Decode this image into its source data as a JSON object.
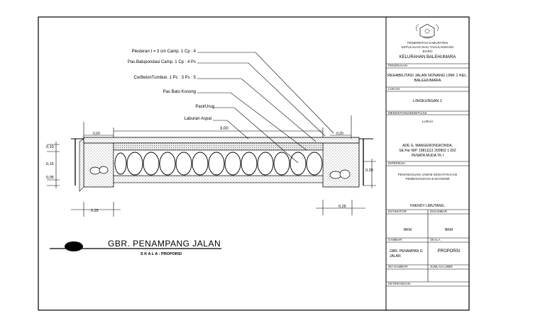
{
  "drawing": {
    "title": "GBR.  PENAMPANG  JALAN",
    "scale_label": "S K A L A : PROPORSI",
    "callouts": [
      "Plesteran t = 3 cm Camp. 1 Cp : 4",
      "Pas.Batupondasi Camp. 1 Cp : 4 Ps",
      "CorBetonTumbuk. 1 Pc : 3 Ps : 5",
      "Pas Batu Kosong",
      "PasirUrug",
      "Laburan Aspal"
    ],
    "dimensions": {
      "road_width": "3.00",
      "left_top": "0,20",
      "right_top": "0,20",
      "left_h1": "0.10",
      "left_h2": "0,15",
      "left_h3": "0,05",
      "right_h": "0.20",
      "bottom_left": "0.25",
      "bottom_right": "0.25"
    }
  },
  "title_block": {
    "org_line1": "PEMERINTAH KABUPATEN",
    "org_line2": "KEPULAUAN SIAU TAGULANDANG",
    "org_line3": "BIARO",
    "org_name": "KELURAHAN BALEHUMARA",
    "pekerjaan_label": "PEKERJAAN",
    "pekerjaan_value": "REHABILITASI JALAN NONANG LINK 1 KEL. BALEHUMARA",
    "lokasi_label": "LOKASI",
    "lokasi_value": "LINGKUNGAN 1",
    "mengetahui_label": "MENGETAHUI/DISETUJUI",
    "mengetahui_role": "LURAH",
    "signer_name": "ADE G. MANGERONGKONDA,",
    "signer_nip": "SE.Par NIP. 19811111 200902 1 002",
    "signer_rank": "PENATA MUDA TK I",
    "diperiksa_label": "DIPERIKSA",
    "diperiksa_role": "PENANGGUNG JAWAB KEGIATAN KASI PEMBANGUNAN & EKONOMI",
    "checker_name": "FRENDY LIMUTANG,",
    "estimator_label": "ESTIMATOR",
    "digambar_label": "DIGAMBAR",
    "estimator_value": "BKM",
    "digambar_value": "BKM",
    "gambar_label": "GAMBAR",
    "skala_label": "SKALA",
    "gambar_value": "GBR. PENAMPAN G JALAN",
    "skala_value": "PROPORSI",
    "no_gambar_label": "NO GAMBAR",
    "jumlah_label": "JUMLAH LMBR",
    "keterangan_label": "KETERANGAN"
  }
}
